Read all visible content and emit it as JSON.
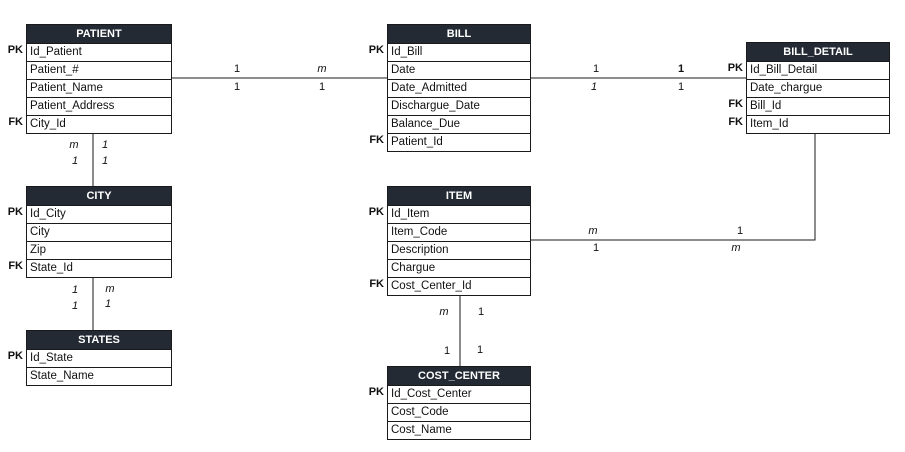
{
  "entities": [
    {
      "id": "patient",
      "title": "PATIENT",
      "rows": [
        {
          "key": "PK",
          "label": "Id_Patient"
        },
        {
          "key": "",
          "label": "Patient_#"
        },
        {
          "key": "",
          "label": "Patient_Name"
        },
        {
          "key": "",
          "label": "Patient_Address"
        },
        {
          "key": "FK",
          "label": "City_Id"
        }
      ]
    },
    {
      "id": "bill",
      "title": "BILL",
      "rows": [
        {
          "key": "PK",
          "label": "Id_Bill"
        },
        {
          "key": "",
          "label": "Date"
        },
        {
          "key": "",
          "label": "Date_Admitted"
        },
        {
          "key": "",
          "label": "Dischargue_Date"
        },
        {
          "key": "",
          "label": "Balance_Due"
        },
        {
          "key": "FK",
          "label": "Patient_Id"
        }
      ]
    },
    {
      "id": "bill_detail",
      "title": "BILL_DETAIL",
      "rows": [
        {
          "key": "PK",
          "label": "Id_Bill_Detail"
        },
        {
          "key": "",
          "label": "Date_chargue"
        },
        {
          "key": "FK",
          "label": "Bill_Id"
        },
        {
          "key": "FK",
          "label": "Item_Id"
        }
      ]
    },
    {
      "id": "city",
      "title": "CITY",
      "rows": [
        {
          "key": "PK",
          "label": "Id_City"
        },
        {
          "key": "",
          "label": "City"
        },
        {
          "key": "",
          "label": "Zip"
        },
        {
          "key": "FK",
          "label": "State_Id"
        }
      ]
    },
    {
      "id": "item",
      "title": "ITEM",
      "rows": [
        {
          "key": "PK",
          "label": "Id_Item"
        },
        {
          "key": "",
          "label": "Item_Code"
        },
        {
          "key": "",
          "label": "Description"
        },
        {
          "key": "",
          "label": "Chargue"
        },
        {
          "key": "FK",
          "label": "Cost_Center_Id"
        }
      ]
    },
    {
      "id": "states",
      "title": "STATES",
      "rows": [
        {
          "key": "PK",
          "label": "Id_State"
        },
        {
          "key": "",
          "label": "State_Name"
        }
      ]
    },
    {
      "id": "cost_center",
      "title": "COST_CENTER",
      "rows": [
        {
          "key": "PK",
          "label": "Id_Cost_Center"
        },
        {
          "key": "",
          "label": "Cost_Code"
        },
        {
          "key": "",
          "label": "Cost_Name"
        }
      ]
    }
  ],
  "multiplicities": [
    {
      "id": "pb1",
      "text": "1"
    },
    {
      "id": "pb2",
      "text": "m"
    },
    {
      "id": "pb3",
      "text": "1"
    },
    {
      "id": "pb4",
      "text": "1"
    },
    {
      "id": "bd1",
      "text": "1"
    },
    {
      "id": "bd2",
      "text": "1"
    },
    {
      "id": "bd3",
      "text": "1"
    },
    {
      "id": "bd4",
      "text": "1"
    },
    {
      "id": "pc1",
      "text": "m"
    },
    {
      "id": "pc2",
      "text": "1"
    },
    {
      "id": "pc3",
      "text": "1"
    },
    {
      "id": "pc4",
      "text": "1"
    },
    {
      "id": "cs1",
      "text": "1"
    },
    {
      "id": "cs2",
      "text": "m"
    },
    {
      "id": "cs3",
      "text": "1"
    },
    {
      "id": "cs4",
      "text": "1"
    },
    {
      "id": "id1",
      "text": "m"
    },
    {
      "id": "id2",
      "text": "1"
    },
    {
      "id": "id3",
      "text": "1"
    },
    {
      "id": "id4",
      "text": "m"
    },
    {
      "id": "ic1",
      "text": "m"
    },
    {
      "id": "ic2",
      "text": "1"
    },
    {
      "id": "ic3",
      "text": "1"
    },
    {
      "id": "ic4",
      "text": "1"
    }
  ]
}
